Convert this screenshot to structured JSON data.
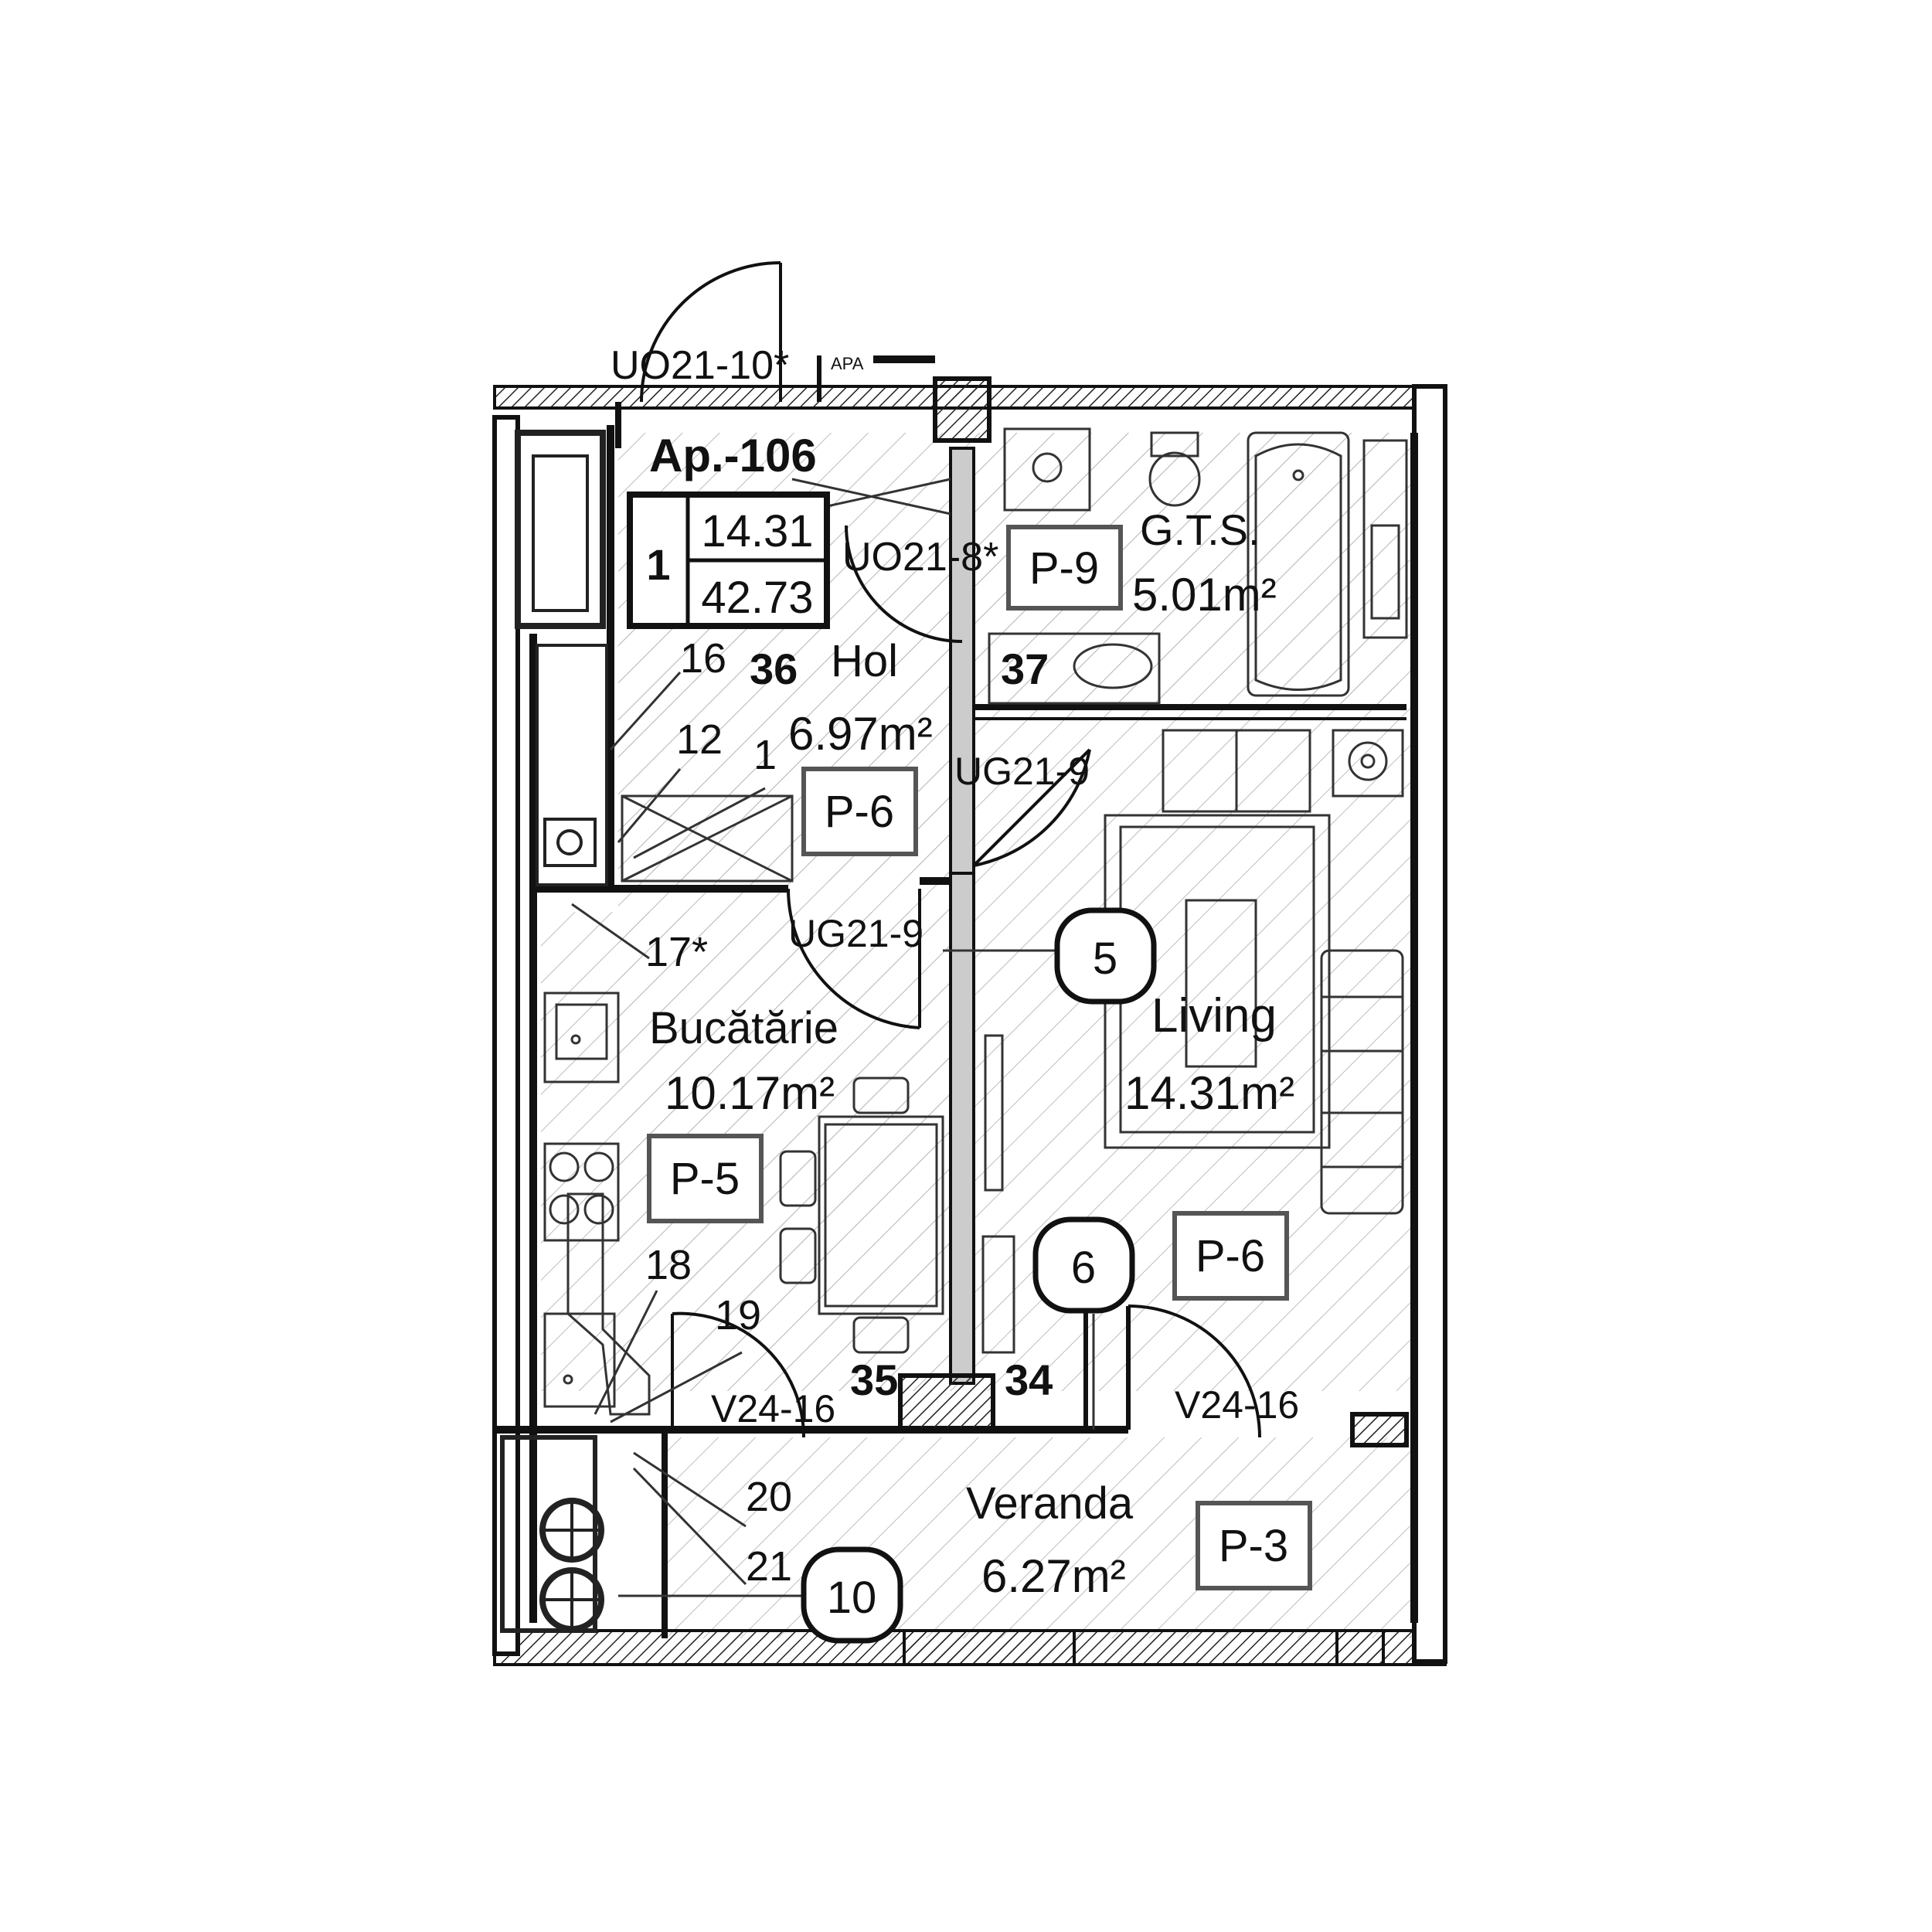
{
  "apartment": {
    "name": "Ap.-106",
    "rooms_count": "1",
    "living_area": "14.31",
    "total_area": "42.73"
  },
  "doors": {
    "entrance": "UO21-10*",
    "bathroom": "UO21-8*",
    "living": "UG21-9",
    "kitchen": "UG21-9",
    "veranda_left": "V24-16",
    "veranda_right": "V24-16"
  },
  "apa_label": "APA",
  "rooms": {
    "hol": {
      "number": "36",
      "name": "Hol",
      "area": "6.97m²",
      "finish": "P-6"
    },
    "gts": {
      "number": "37",
      "name": "G.T.S.",
      "area": "5.01m²",
      "finish": "P-9"
    },
    "bucatarie": {
      "name": "Bucătărie",
      "area": "10.17m²",
      "finish": "P-5"
    },
    "living": {
      "name": "Living",
      "area": "14.31m²",
      "finish": "P-6"
    },
    "veranda": {
      "name": "Veranda",
      "area": "6.27m²",
      "finish": "P-3"
    }
  },
  "wall_numbers": {
    "left": "35",
    "right": "34"
  },
  "callouts": [
    "5",
    "6",
    "10"
  ],
  "leaders": [
    "16",
    "12",
    "1",
    "17*",
    "18",
    "19",
    "20",
    "21"
  ]
}
